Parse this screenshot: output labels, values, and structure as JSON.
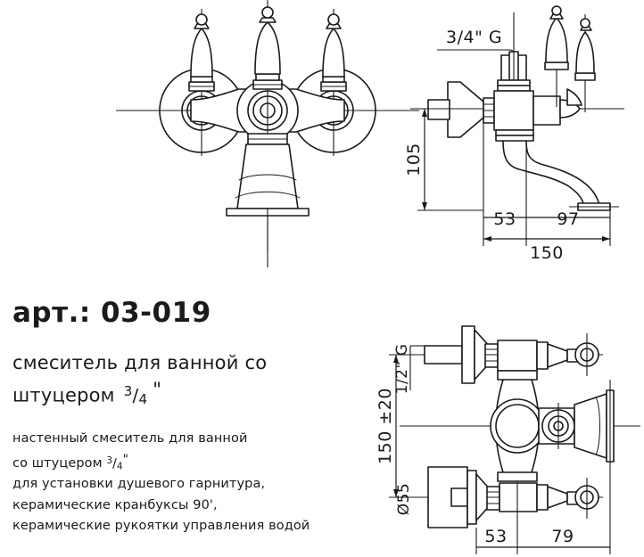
{
  "document": {
    "type": "product-technical-drawing",
    "background_color": "#ffffff",
    "line_color": "#1a1a1a"
  },
  "product": {
    "article_label": "арт.: 03-019",
    "article_prefix": "арт.:",
    "article_code": "03-019",
    "title_line1": "смеситель для ванной со",
    "title_line2": "штуцером",
    "title_fraction": {
      "numerator": "3",
      "denominator": "4",
      "unit": "\""
    },
    "description": [
      "настенный смеситель для ванной",
      "со штуцером 3/4\"",
      "для установки душевого гарнитура,",
      "керамические кранбуксы 90',",
      "керамические рукоятки управления водой"
    ],
    "description_line1": "настенный смеситель для ванной",
    "description_line2_prefix": "со штуцером",
    "description_line3": "для установки душевого гарнитура,",
    "description_line4": "керамические кранбуксы 90',",
    "description_line5": "керамические рукоятки управления водой"
  },
  "views": {
    "front": {
      "name": "front-elevation",
      "caption": ""
    },
    "side": {
      "name": "side-elevation",
      "dimensions": {
        "thread": "3/4\" G",
        "height": "105",
        "offset_a": "53",
        "offset_b": "97",
        "total": "150"
      }
    },
    "plan": {
      "name": "plan-section",
      "dimensions": {
        "thread": "1/2\" G",
        "spacing": "150 ±20",
        "diameter": "Ø55",
        "offset_a": "53",
        "offset_b": "79"
      }
    }
  }
}
